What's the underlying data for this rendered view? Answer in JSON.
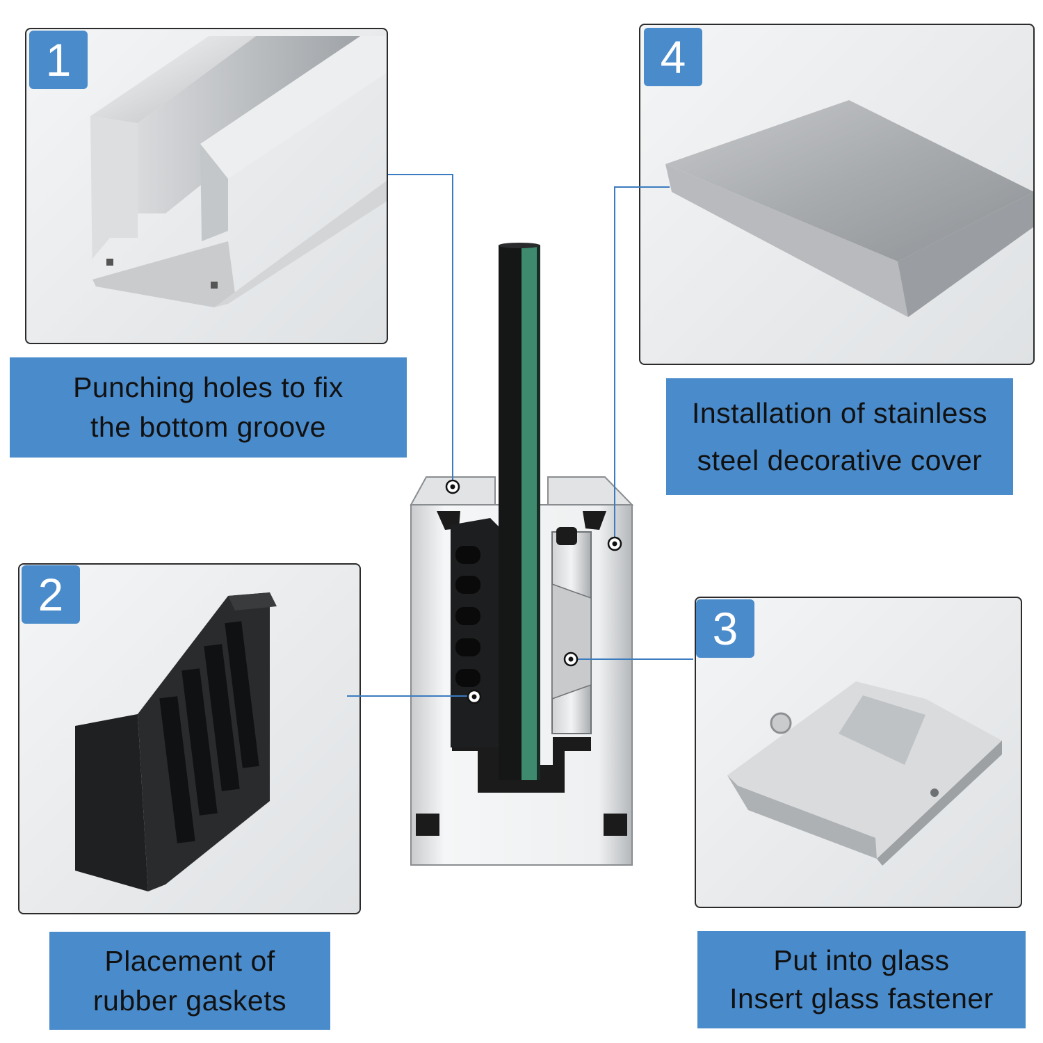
{
  "colors": {
    "badge_blue": "#4a8bcb",
    "caption_blue": "#4a8bcb",
    "leader_line": "#3b7bbf",
    "panel_border": "#2b2b2b"
  },
  "steps": [
    {
      "number": "1",
      "caption_lines": [
        "Punching holes to fix",
        "the bottom groove"
      ],
      "image": "aluminum-u-channel"
    },
    {
      "number": "2",
      "caption_lines": [
        "Placement of",
        "rubber gaskets"
      ],
      "image": "rubber-gasket"
    },
    {
      "number": "3",
      "caption_lines": [
        "Put into glass",
        "Insert glass fastener"
      ],
      "image": "glass-fastener-block"
    },
    {
      "number": "4",
      "caption_lines": [
        "Installation of stainless",
        "steel decorative cover"
      ],
      "image": "stainless-steel-cover"
    }
  ],
  "center_image": "glass-railing-cross-section"
}
